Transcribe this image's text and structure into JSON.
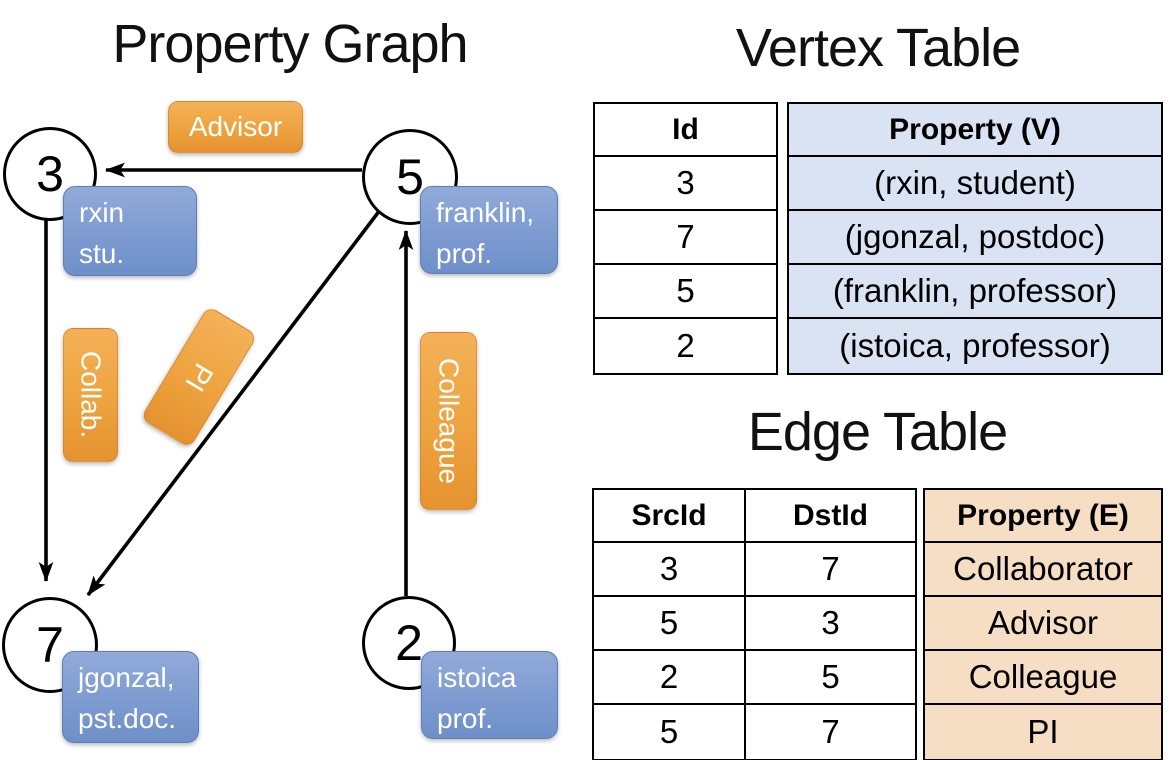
{
  "graph": {
    "title": "Property Graph",
    "nodes": [
      {
        "id": "3",
        "line1": "rxin",
        "line2": "stu."
      },
      {
        "id": "5",
        "line1": "franklin,",
        "line2": "prof."
      },
      {
        "id": "7",
        "line1": "jgonzal,",
        "line2": "pst.doc."
      },
      {
        "id": "2",
        "line1": "istoica",
        "line2": "prof."
      }
    ],
    "edge_labels": {
      "advisor": "Advisor",
      "collab": "Collab.",
      "pi": "PI",
      "colleague": "Colleague"
    },
    "edges": [
      {
        "from": "5",
        "to": "3",
        "label": "Advisor"
      },
      {
        "from": "3",
        "to": "7",
        "label": "Collab."
      },
      {
        "from": "5",
        "to": "7",
        "label": "PI"
      },
      {
        "from": "2",
        "to": "5",
        "label": "Colleague"
      }
    ]
  },
  "vertex_table": {
    "title": "Vertex Table",
    "columns": {
      "id": "Id",
      "property": "Property (V)"
    },
    "rows": [
      {
        "id": "3",
        "property": "(rxin, student)"
      },
      {
        "id": "7",
        "property": "(jgonzal, postdoc)"
      },
      {
        "id": "5",
        "property": "(franklin, professor)"
      },
      {
        "id": "2",
        "property": "(istoica, professor)"
      }
    ]
  },
  "edge_table": {
    "title": "Edge Table",
    "columns": {
      "src": "SrcId",
      "dst": "DstId",
      "property": "Property (E)"
    },
    "rows": [
      {
        "src": "3",
        "dst": "7",
        "property": "Collaborator"
      },
      {
        "src": "5",
        "dst": "3",
        "property": "Advisor"
      },
      {
        "src": "2",
        "dst": "5",
        "property": "Colleague"
      },
      {
        "src": "5",
        "dst": "7",
        "property": "PI"
      }
    ]
  },
  "colors": {
    "edge_label_orange": "#eda33f",
    "vertex_box_blue": "#7d9bd1",
    "vertex_table_cell_bg": "#dae3f3",
    "edge_table_cell_bg": "#f5dec3",
    "line_black": "#000000"
  }
}
